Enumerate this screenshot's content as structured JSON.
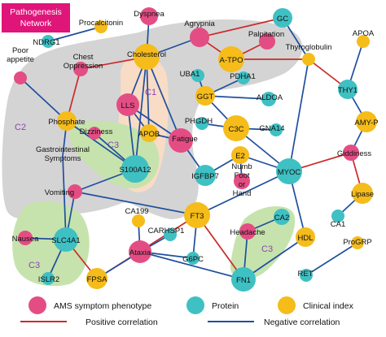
{
  "title": [
    "Pathogenesis",
    "Network"
  ],
  "colors": {
    "symptom": "#e44d84",
    "protein": "#3fc0c3",
    "clinical": "#f5bc1a",
    "positive": "#cc2a2a",
    "negative": "#1f4f9e",
    "c1": "#f8dcc6",
    "c2": "#d4d4d4",
    "c3": "#c6e3ad",
    "cluster_label": "#8e44ad"
  },
  "clusters": [
    {
      "id": "c1",
      "label": "C1"
    },
    {
      "id": "c2",
      "label": "C2"
    },
    {
      "id": "c3a",
      "label": "C3"
    },
    {
      "id": "c3b",
      "label": "C3"
    },
    {
      "id": "c3c",
      "label": "C3"
    }
  ],
  "nodes": [
    {
      "id": "pathogenesis-network",
      "label": "",
      "type": "none"
    },
    {
      "id": "dyspnea",
      "label": "Dyspnea",
      "type": "symptom"
    },
    {
      "id": "gc",
      "label": "GC",
      "type": "protein"
    },
    {
      "id": "procalcitonin",
      "label": "Procalcitonin",
      "type": "clinical"
    },
    {
      "id": "agrypnia",
      "label": "Agrypnia",
      "type": "symptom"
    },
    {
      "id": "palpitation",
      "label": "Palpitation",
      "type": "symptom"
    },
    {
      "id": "ndrg1",
      "label": "NDRG1",
      "type": "protein"
    },
    {
      "id": "cholesterol",
      "label": "Cholesterol",
      "type": "clinical"
    },
    {
      "id": "a-tpo",
      "label": "A-TPO",
      "type": "clinical"
    },
    {
      "id": "thyroglobulin",
      "label": "Thyroglobulin",
      "type": "clinical"
    },
    {
      "id": "apoa",
      "label": "APOA",
      "type": "clinical"
    },
    {
      "id": "chest-oppression",
      "label": "Chest Oppression",
      "type": "symptom"
    },
    {
      "id": "uba1",
      "label": "UBA1",
      "type": "protein"
    },
    {
      "id": "poor-appetite",
      "label": "Poor appetite",
      "type": "symptom"
    },
    {
      "id": "pdha1",
      "label": "PDHA1",
      "type": "protein"
    },
    {
      "id": "thy1",
      "label": "THY1",
      "type": "protein"
    },
    {
      "id": "lls",
      "label": "LLS",
      "type": "symptom"
    },
    {
      "id": "ggt",
      "label": "GGT",
      "type": "clinical"
    },
    {
      "id": "aldoa",
      "label": "ALDOA",
      "type": "protein"
    },
    {
      "id": "phosphate",
      "label": "Phosphate",
      "type": "clinical"
    },
    {
      "id": "amy-p",
      "label": "AMY-P",
      "type": "clinical"
    },
    {
      "id": "phgdh",
      "label": "PHGDH",
      "type": "protein"
    },
    {
      "id": "gna14",
      "label": "GNA14",
      "type": "protein"
    },
    {
      "id": "apob",
      "label": "APOB",
      "type": "clinical"
    },
    {
      "id": "c3c",
      "label": "C3C",
      "type": "clinical"
    },
    {
      "id": "dizziness",
      "label": "Dizziness",
      "type": "symptom"
    },
    {
      "id": "fatigue",
      "label": "Fatigue",
      "type": "symptom"
    },
    {
      "id": "gastrointestinal-symptoms",
      "label": "Gastrointestinal Symptoms",
      "type": "symptom"
    },
    {
      "id": "e2",
      "label": "E2",
      "type": "clinical"
    },
    {
      "id": "giddiness",
      "label": "Giddiness",
      "type": "symptom"
    },
    {
      "id": "s100a12",
      "label": "S100A12",
      "type": "protein"
    },
    {
      "id": "igfbp7",
      "label": "IGFBP7",
      "type": "protein"
    },
    {
      "id": "numb-foot-or-hand",
      "label": "Numb Foot or Hand",
      "type": "symptom"
    },
    {
      "id": "myoc",
      "label": "MYOC",
      "type": "protein"
    },
    {
      "id": "lipase",
      "label": "Lipase",
      "type": "clinical"
    },
    {
      "id": "vomiting",
      "label": "Vomiting",
      "type": "symptom"
    },
    {
      "id": "ca2",
      "label": "CA2",
      "type": "protein"
    },
    {
      "id": "ca1",
      "label": "CA1",
      "type": "protein"
    },
    {
      "id": "ft3",
      "label": "FT3",
      "type": "clinical"
    },
    {
      "id": "ca199",
      "label": "CA199",
      "type": "clinical"
    },
    {
      "id": "headache",
      "label": "Headache",
      "type": "symptom"
    },
    {
      "id": "nausea",
      "label": "Nausea",
      "type": "symptom"
    },
    {
      "id": "slc4a1",
      "label": "SLC4A1",
      "type": "protein"
    },
    {
      "id": "carhsp1",
      "label": "CARHSP1",
      "type": "protein"
    },
    {
      "id": "hdl",
      "label": "HDL",
      "type": "clinical"
    },
    {
      "id": "ataxia",
      "label": "Ataxia",
      "type": "symptom"
    },
    {
      "id": "progrp",
      "label": "ProGRP",
      "type": "clinical"
    },
    {
      "id": "g6pc",
      "label": "G6PC",
      "type": "protein"
    },
    {
      "id": "islr2",
      "label": "ISLR2",
      "type": "protein"
    },
    {
      "id": "fpsa",
      "label": "FPSA",
      "type": "clinical"
    },
    {
      "id": "fn1",
      "label": "FN1",
      "type": "protein"
    },
    {
      "id": "ret",
      "label": "RET",
      "type": "protein"
    }
  ],
  "edges": [
    {
      "source": "procalcitonin",
      "target": "ndrg1",
      "correlation": "negative"
    },
    {
      "source": "agrypnia",
      "target": "gc",
      "correlation": "positive"
    },
    {
      "source": "agrypnia",
      "target": "a-tpo",
      "correlation": "positive"
    },
    {
      "source": "agrypnia",
      "target": "cholesterol",
      "correlation": "negative"
    },
    {
      "source": "palpitation",
      "target": "a-tpo",
      "correlation": "positive"
    },
    {
      "source": "dyspnea",
      "target": "cholesterol",
      "correlation": "negative"
    },
    {
      "source": "cholesterol",
      "target": "chest-oppression",
      "correlation": "positive"
    },
    {
      "source": "cholesterol",
      "target": "lls",
      "correlation": "negative"
    },
    {
      "source": "cholesterol",
      "target": "apob",
      "correlation": "negative"
    },
    {
      "source": "cholesterol",
      "target": "fatigue",
      "correlation": "negative"
    },
    {
      "source": "cholesterol",
      "target": "s100a12",
      "correlation": "negative"
    },
    {
      "source": "chest-oppression",
      "target": "phosphate",
      "correlation": "positive"
    },
    {
      "source": "poor-appetite",
      "target": "phosphate",
      "correlation": "negative"
    },
    {
      "source": "phosphate",
      "target": "gastrointestinal-symptoms",
      "correlation": "negative"
    },
    {
      "source": "phosphate",
      "target": "s100a12",
      "correlation": "negative"
    },
    {
      "source": "lls",
      "target": "apob",
      "correlation": "negative"
    },
    {
      "source": "lls",
      "target": "s100a12",
      "correlation": "negative"
    },
    {
      "source": "lls",
      "target": "fatigue",
      "correlation": "negative"
    },
    {
      "source": "apob",
      "target": "fatigue",
      "correlation": "negative"
    },
    {
      "source": "fatigue",
      "target": "igfbp7",
      "correlation": "negative"
    },
    {
      "source": "dizziness",
      "target": "s100a12",
      "correlation": "negative"
    },
    {
      "source": "s100a12",
      "target": "vomiting",
      "correlation": "negative"
    },
    {
      "source": "vomiting",
      "target": "slc4a1",
      "correlation": "negative"
    },
    {
      "source": "vomiting",
      "target": "ft3",
      "correlation": "negative"
    },
    {
      "source": "gastrointestinal-symptoms",
      "target": "slc4a1",
      "correlation": "negative"
    },
    {
      "source": "nausea",
      "target": "slc4a1",
      "correlation": "negative"
    },
    {
      "source": "slc4a1",
      "target": "islr2",
      "correlation": "negative"
    },
    {
      "source": "slc4a1",
      "target": "fpsa",
      "correlation": "positive"
    },
    {
      "source": "fpsa",
      "target": "ft3",
      "correlation": "positive"
    },
    {
      "source": "igfbp7",
      "target": "e2",
      "correlation": "negative"
    },
    {
      "source": "e2",
      "target": "myoc",
      "correlation": "negative"
    },
    {
      "source": "e2",
      "target": "numb-foot-or-hand",
      "correlation": "negative"
    },
    {
      "source": "c3c",
      "target": "ggt",
      "correlation": "negative"
    },
    {
      "source": "c3c",
      "target": "phgdh",
      "correlation": "negative"
    },
    {
      "source": "c3c",
      "target": "gna14",
      "correlation": "negative"
    },
    {
      "source": "c3c",
      "target": "myoc",
      "correlation": "negative"
    },
    {
      "source": "ggt",
      "target": "uba1",
      "correlation": "negative"
    },
    {
      "source": "ggt",
      "target": "pdha1",
      "correlation": "negative"
    },
    {
      "source": "ggt",
      "target": "aldoa",
      "correlation": "negative"
    },
    {
      "source": "gc",
      "target": "thyroglobulin",
      "correlation": "negative"
    },
    {
      "source": "thyroglobulin",
      "target": "a-tpo",
      "correlation": "positive"
    },
    {
      "source": "thyroglobulin",
      "target": "myoc",
      "correlation": "negative"
    },
    {
      "source": "thyroglobulin",
      "target": "thy1",
      "correlation": "positive"
    },
    {
      "source": "apoa",
      "target": "thy1",
      "correlation": "negative"
    },
    {
      "source": "thy1",
      "target": "amy-p",
      "correlation": "negative"
    },
    {
      "source": "amy-p",
      "target": "giddiness",
      "correlation": "negative"
    },
    {
      "source": "giddiness",
      "target": "myoc",
      "correlation": "positive"
    },
    {
      "source": "giddiness",
      "target": "lipase",
      "correlation": "positive"
    },
    {
      "source": "lipase",
      "target": "ca1",
      "correlation": "negative"
    },
    {
      "source": "myoc",
      "target": "hdl",
      "correlation": "negative"
    },
    {
      "source": "myoc",
      "target": "ft3",
      "correlation": "negative"
    },
    {
      "source": "ft3",
      "target": "fn1",
      "correlation": "positive"
    },
    {
      "source": "ft3",
      "target": "g6pc",
      "correlation": "negative"
    },
    {
      "source": "headache",
      "target": "ca2",
      "correlation": "negative"
    },
    {
      "source": "headache",
      "target": "fn1",
      "correlation": "negative"
    },
    {
      "source": "hdl",
      "target": "fn1",
      "correlation": "negative"
    },
    {
      "source": "ca199",
      "target": "ataxia",
      "correlation": "negative"
    },
    {
      "source": "carhsp1",
      "target": "ataxia",
      "correlation": "negative"
    },
    {
      "source": "ataxia",
      "target": "g6pc",
      "correlation": "negative"
    },
    {
      "source": "ataxia",
      "target": "fn1",
      "correlation": "negative"
    },
    {
      "source": "ataxia",
      "target": "fpsa",
      "correlation": "negative"
    },
    {
      "source": "progrp",
      "target": "ret",
      "correlation": "negative"
    }
  ],
  "legend": {
    "symptom": "AMS symptom phenotype",
    "protein": "Protein",
    "clinical": "Clinical index",
    "positive": "Positive correlation",
    "negative": "Negative correlation"
  }
}
